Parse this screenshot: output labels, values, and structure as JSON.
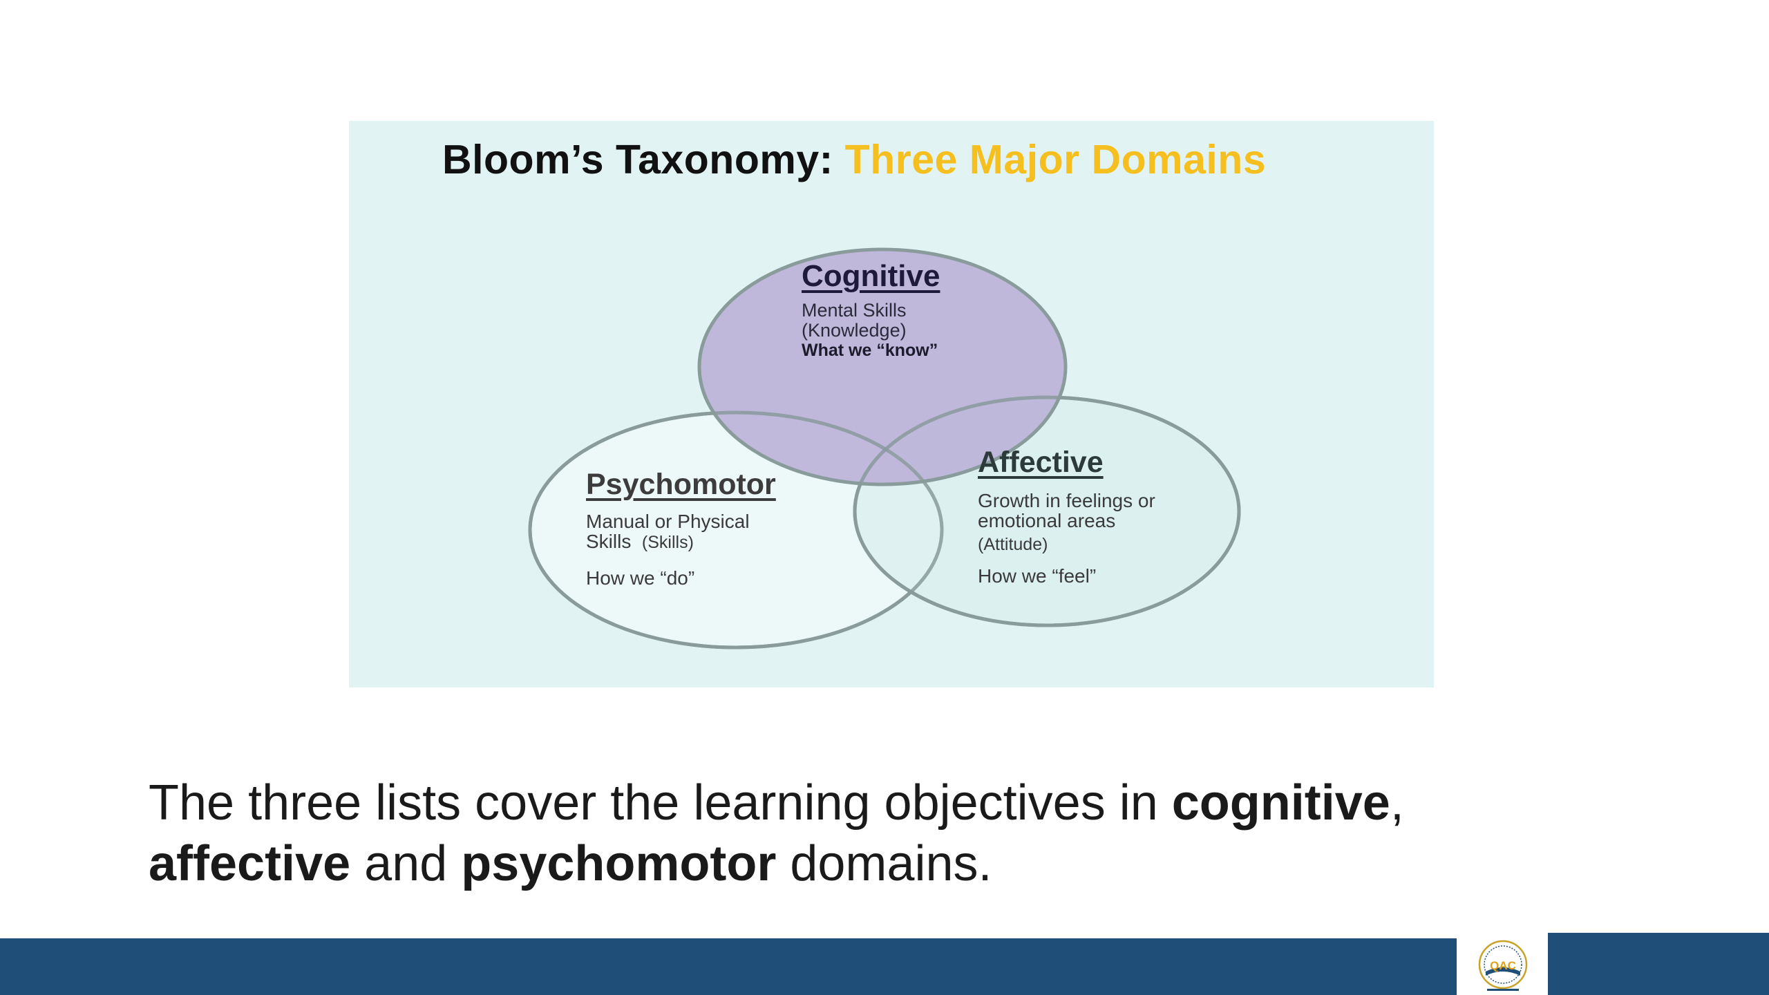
{
  "figure": {
    "title_prefix": "Bloom’s Taxonomy: ",
    "title_highlight": "Three Major Domains",
    "highlight_color": "#f5bf1f",
    "domains": {
      "cognitive": {
        "name": "Cognitive",
        "line1": "Mental Skills",
        "line2": "(Knowledge)",
        "line3": "What we “know”",
        "fill_color": "#b7abd6"
      },
      "psychomotor": {
        "name": "Psychomotor",
        "line1": "Manual or Physical",
        "line2": "Skills",
        "line2_small": "(Skills)",
        "line3": "How we “do”"
      },
      "affective": {
        "name": "Affective",
        "line1": "Growth in feelings or",
        "line2": "emotional areas",
        "line3": "(Attitude)",
        "line4": "How we “feel”"
      }
    }
  },
  "caption": {
    "t1": "The three lists cover the learning objectives in ",
    "b1": "cognitive",
    "t2": ",",
    "b2": "affective",
    "t3": " and ",
    "b3": "psychomotor",
    "t4": " domains."
  },
  "footer": {
    "bar_color": "#1f4e79",
    "logo_text": "QAC"
  }
}
